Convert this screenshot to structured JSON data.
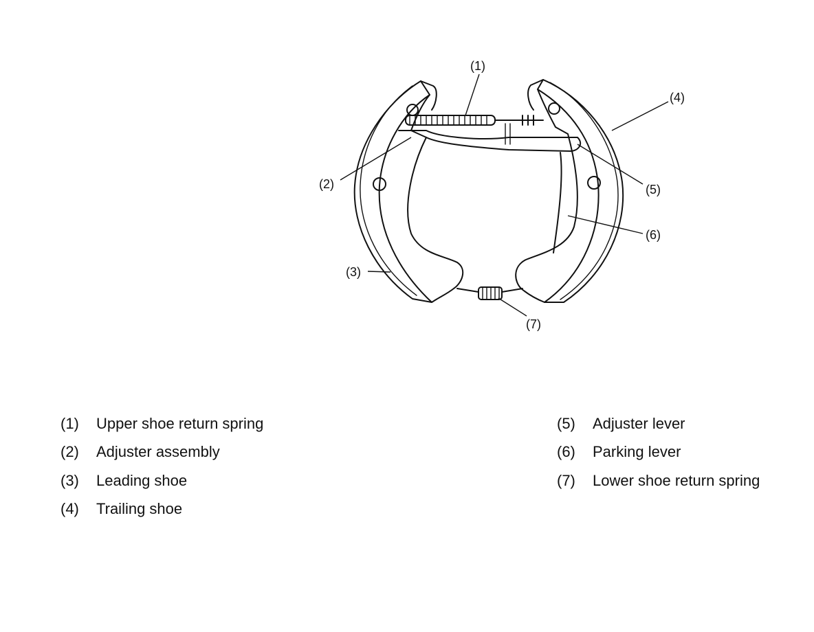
{
  "callouts": {
    "c1": "(1)",
    "c2": "(2)",
    "c3": "(3)",
    "c4": "(4)",
    "c5": "(5)",
    "c6": "(6)",
    "c7": "(7)"
  },
  "legend": {
    "left": [
      {
        "num": "(1)",
        "label": "Upper shoe return spring"
      },
      {
        "num": "(2)",
        "label": "Adjuster assembly"
      },
      {
        "num": "(3)",
        "label": "Leading shoe"
      },
      {
        "num": "(4)",
        "label": "Trailing shoe"
      }
    ],
    "right": [
      {
        "num": "(5)",
        "label": "Adjuster lever"
      },
      {
        "num": "(6)",
        "label": "Parking lever"
      },
      {
        "num": "(7)",
        "label": "Lower shoe return spring"
      }
    ]
  }
}
